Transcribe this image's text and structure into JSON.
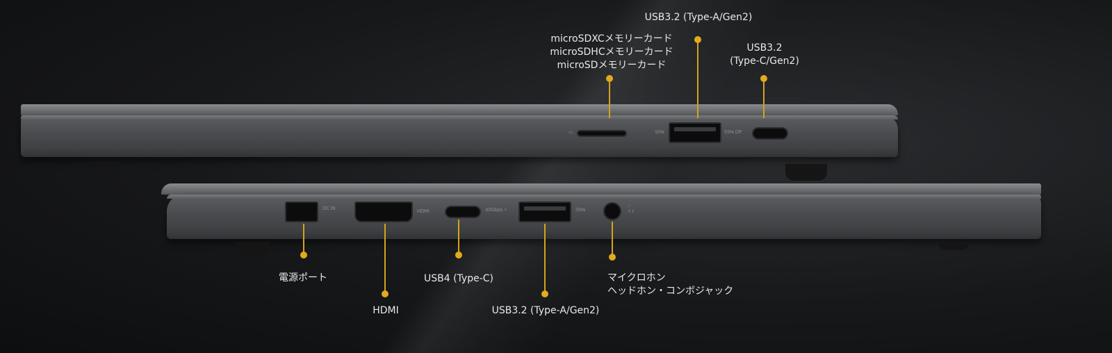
{
  "accent_color": "#e3ab1c",
  "top_labels": {
    "sd": [
      "microSDXCメモリーカード",
      "microSDHCメモリーカード",
      "microSDメモリーカード"
    ],
    "usba": "USB3.2 (Type-A/Gen2)",
    "usbc": [
      "USB3.2",
      "(Type-C/Gen2)"
    ]
  },
  "bottom_labels": {
    "power": "電源ポート",
    "hdmi": "HDMI",
    "usb4": "USB4 (Type-C)",
    "usba": "USB3.2 (Type-A/Gen2)",
    "audio": [
      "マイクロホン",
      "ヘッドホン・コンボジャック"
    ]
  },
  "icons": [
    "sd-card-icon",
    "usb-ss-icon",
    "usb-c-ss-icon",
    "dc-in-icon",
    "hdmi-icon",
    "thunderbolt-icon",
    "headset-icon"
  ]
}
